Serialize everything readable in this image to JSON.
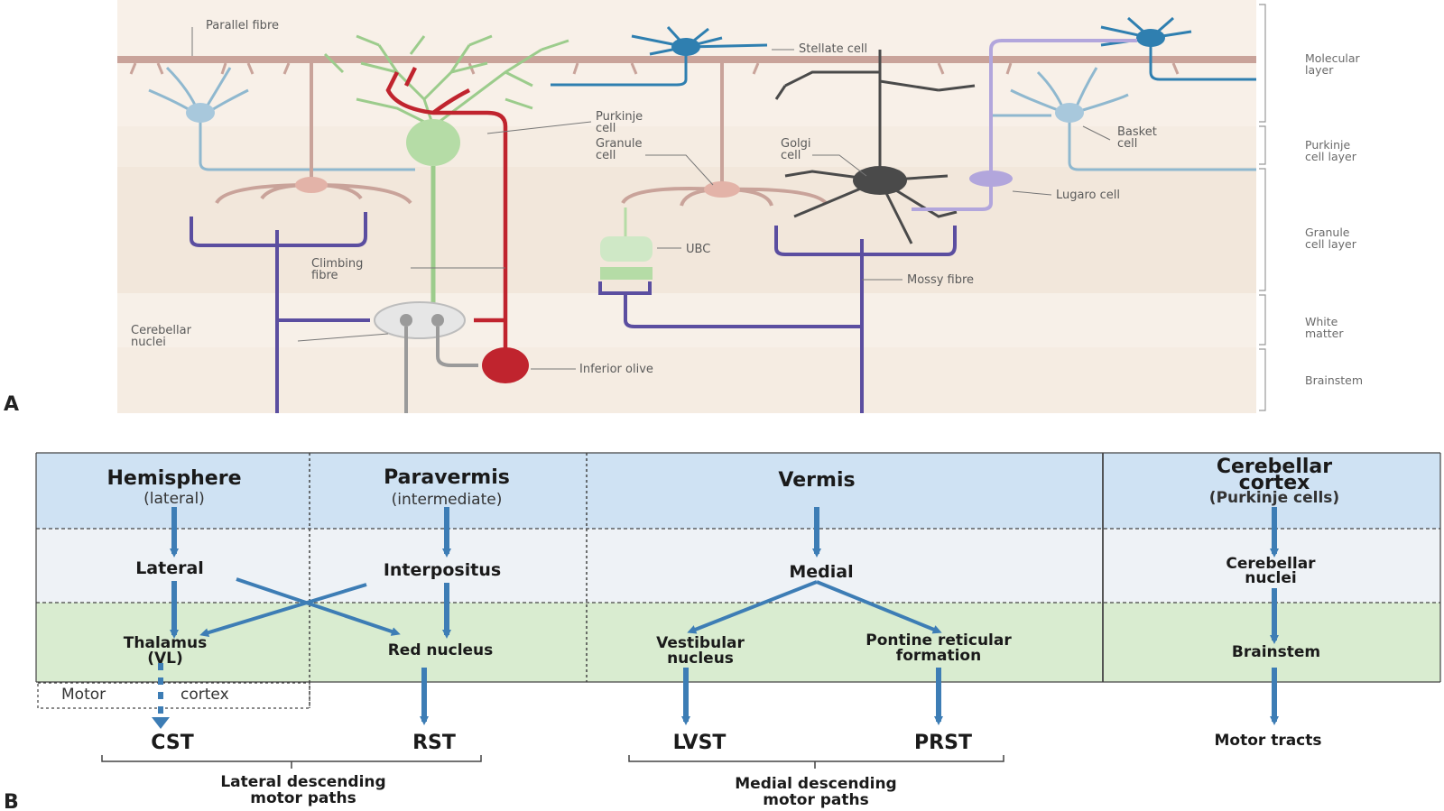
{
  "panel_a": {
    "panel_label": "A",
    "labels": {
      "parallel_fibre": "Parallel fibre",
      "stellate_cell": "Stellate cell",
      "purkinje_cell_1": "Purkinje",
      "purkinje_cell_2": "cell",
      "granule_cell_1": "Granule",
      "granule_cell_2": "cell",
      "golgi_cell_1": "Golgi",
      "golgi_cell_2": "cell",
      "basket_cell_1": "Basket",
      "basket_cell_2": "cell",
      "lugaro_cell": "Lugaro cell",
      "ubc": "UBC",
      "climbing_fibre_1": "Climbing",
      "climbing_fibre_2": "fibre",
      "mossy_fibre": "Mossy fibre",
      "cerebellar_nuclei_1": "Cerebellar",
      "cerebellar_nuclei_2": "nuclei",
      "inferior_olive": "Inferior olive"
    },
    "layers": {
      "molecular_1": "Molecular",
      "molecular_2": "layer",
      "purkinje_1": "Purkinje",
      "purkinje_2": "cell layer",
      "granule_1": "Granule",
      "granule_2": "cell layer",
      "white_1": "White",
      "white_2": "matter",
      "brainstem": "Brainstem"
    },
    "colors": {
      "parallel_fibre": "#c9a39a",
      "stellate": "#2f7fb0",
      "basket": "#7fb0cc",
      "purkinje": "#a9d49a",
      "climbing": "#c0242e",
      "mossy": "#5b4ea0",
      "golgi": "#4a4a4a",
      "lugaro": "#b2a6dc",
      "nuclei": "#e6e6e6"
    }
  },
  "panel_b": {
    "panel_label": "B",
    "columns": {
      "hemisphere": {
        "title": "Hemisphere",
        "subtitle": "(lateral)",
        "nucleus": "Lateral",
        "target_1": "Thalamus",
        "target_2": "(VL)",
        "motor_cortex_1": "Motor",
        "motor_cortex_2": "cortex",
        "tract": "CST"
      },
      "paravermis": {
        "title": "Paravermis",
        "subtitle": "(intermediate)",
        "nucleus": "Interpositus",
        "target": "Red nucleus",
        "tract": "RST"
      },
      "vermis": {
        "title": "Vermis",
        "nucleus": "Medial",
        "target_a_1": "Vestibular",
        "target_a_2": "nucleus",
        "target_b_1": "Pontine reticular",
        "target_b_2": "formation",
        "tract_a": "LVST",
        "tract_b": "PRST"
      },
      "general": {
        "title_1": "Cerebellar",
        "title_2": "cortex",
        "subtitle": "(Purkinje cells)",
        "nucleus_1": "Cerebellar",
        "nucleus_2": "nuclei",
        "target": "Brainstem",
        "tract": "Motor tracts"
      }
    },
    "groups": {
      "lateral_1": "Lateral descending",
      "lateral_2": "motor paths",
      "medial_1": "Medial descending",
      "medial_2": "motor paths"
    },
    "colors": {
      "header_band": "#cfe2f3",
      "nuclei_band": "#eef2f6",
      "target_band": "#d9ecd0",
      "arrow": "#3d7db5"
    }
  }
}
